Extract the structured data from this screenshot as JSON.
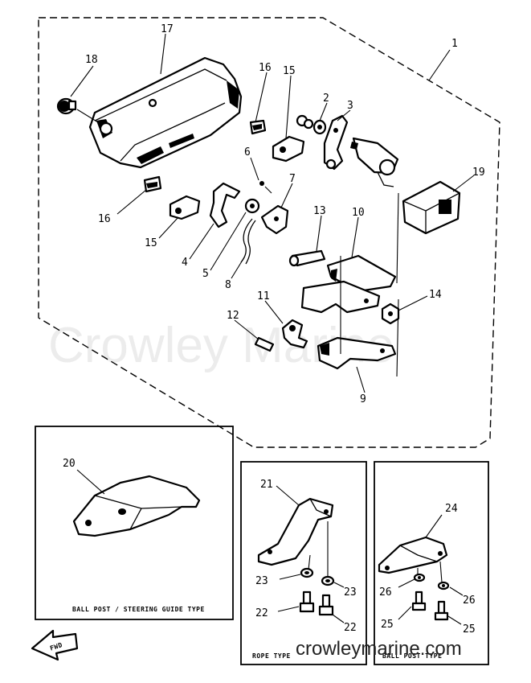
{
  "watermark": "Crowley Marine",
  "footer_url": "crowleymarine.com",
  "callouts": [
    "1",
    "2",
    "3",
    "4",
    "5",
    "6",
    "7",
    "8",
    "9",
    "10",
    "11",
    "12",
    "13",
    "14",
    "15",
    "15",
    "16",
    "16",
    "17",
    "18",
    "19",
    "20",
    "21",
    "22",
    "22",
    "23",
    "23",
    "24",
    "25",
    "25",
    "26",
    "26"
  ],
  "boxes": {
    "ball_post_steering": "BALL POST / STEERING GUIDE TYPE",
    "rope": "ROPE TYPE",
    "ball_post": "BALL POST TYPE"
  },
  "fwd_label": "FWD"
}
